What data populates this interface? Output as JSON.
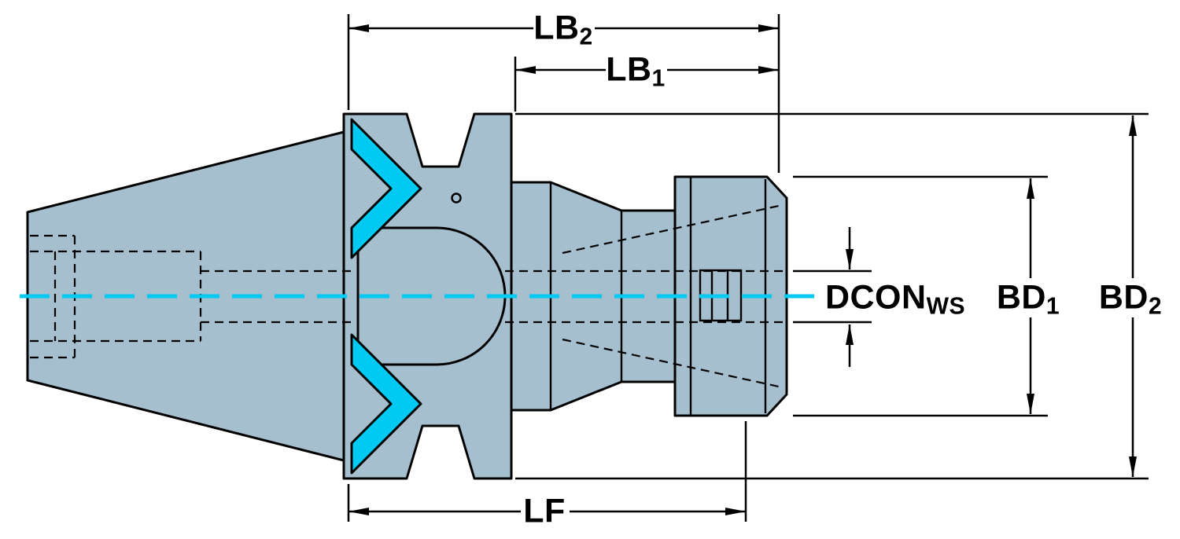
{
  "drawing": {
    "background": "#ffffff",
    "body_fill": "#a6bfce",
    "outline_color": "#000000",
    "highlight_color": "#00c9f2",
    "dimensions": {
      "lb2": {
        "base": "LB",
        "sub": "2"
      },
      "lb1": {
        "base": "LB",
        "sub": "1"
      },
      "lf": {
        "base": "LF",
        "sub": ""
      },
      "dconws": {
        "base": "DCON",
        "sub": "WS"
      },
      "bd1": {
        "base": "BD",
        "sub": "1"
      },
      "bd2": {
        "base": "BD",
        "sub": "2"
      }
    }
  }
}
